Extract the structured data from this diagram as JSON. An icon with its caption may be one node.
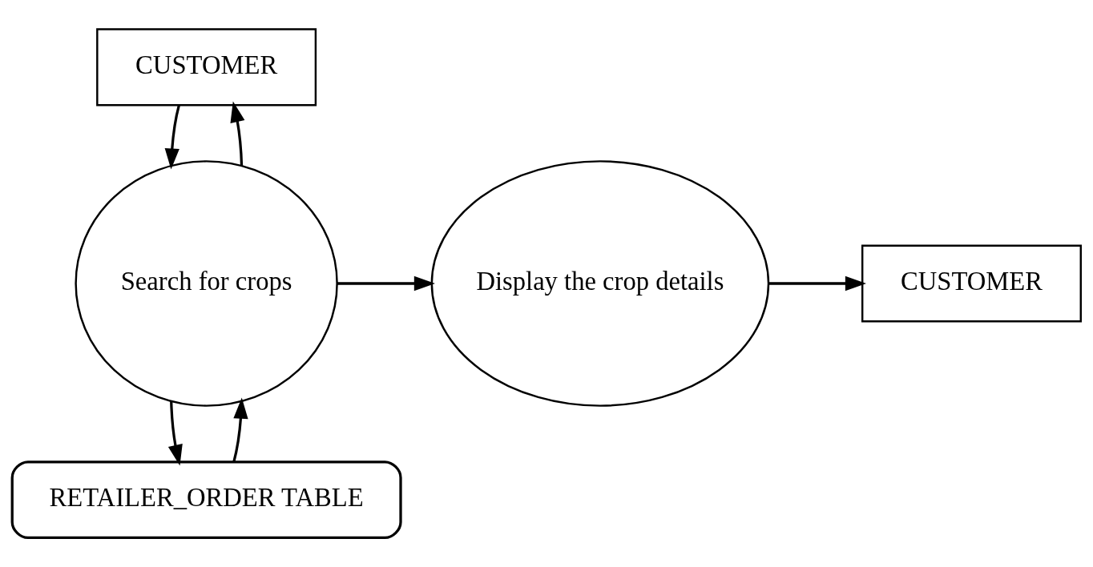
{
  "diagram": {
    "nodes": [
      {
        "text": [
          "CUSTOMER"
        ]
      },
      {
        "text": [
          "Search for crops"
        ]
      },
      {
        "text": [
          "Display the crop details"
        ]
      },
      {
        "text": [
          "CUSTOMER"
        ]
      },
      {
        "text": [
          "RETAILER_ORDER TABLE"
        ]
      }
    ],
    "edges": [
      {
        "from": 0,
        "to": 1,
        "arrow": "to"
      },
      {
        "from": 1,
        "to": 0,
        "arrow": "to"
      },
      {
        "from": 1,
        "to": 2,
        "arrow": "to"
      },
      {
        "from": 2,
        "to": 3,
        "arrow": "to"
      },
      {
        "from": 1,
        "to": 4,
        "arrow": "to"
      },
      {
        "from": 4,
        "to": 1,
        "arrow": "to"
      }
    ]
  }
}
